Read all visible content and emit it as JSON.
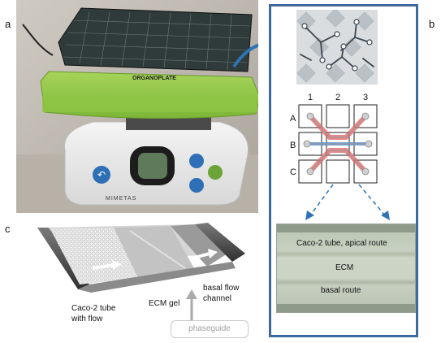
{
  "panel_labels": {
    "a": "a",
    "b": "b",
    "c": "c"
  },
  "device": {
    "brand": "MIMETAS",
    "plate_label": "ORGANOPLATE"
  },
  "grid": {
    "columns": [
      "1",
      "2",
      "3"
    ],
    "rows": [
      "A",
      "B",
      "C"
    ]
  },
  "micrograph": {
    "top_channel": "Caco-2 tube, apical route",
    "middle_channel": "ECM",
    "bottom_channel": "basal route"
  },
  "schematic": {
    "tube_label_line1": "Caco-2 tube",
    "tube_label_line2": "with flow",
    "gel_label": "ECM gel",
    "basal_label_line1": "basal flow",
    "basal_label_line2": "channel",
    "phaseguide_label": "phaseguide"
  },
  "colors": {
    "frame_blue": "#3d6a9c",
    "arrow_blue": "#2e74b5",
    "rocker_green": "#8dc63f",
    "apical_red": "#e06060",
    "basal_blue": "#5a8fd0"
  }
}
